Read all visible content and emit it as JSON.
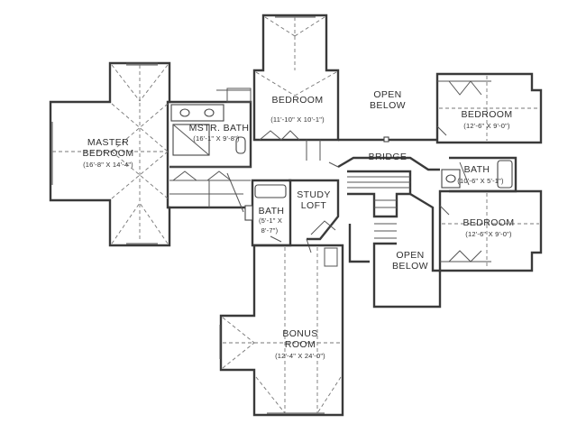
{
  "rooms": {
    "master": {
      "name_1": "MASTER",
      "name_2": "BEDROOM",
      "dims": "(16'-8\" X 14'-4\")"
    },
    "mstr_bath": {
      "name": "MSTR. BATH",
      "dims": "(16'-1\" X 9'-8\")"
    },
    "bedroom_top": {
      "name": "BEDROOM",
      "dims": "(11'-10\" X 10'-1\")"
    },
    "open_below_top": {
      "line_1": "OPEN",
      "line_2": "BELOW"
    },
    "bedroom_right_top": {
      "name": "BEDROOM",
      "dims": "(12'-6\" X 9'-0\")"
    },
    "bridge": {
      "name": "BRIDGE"
    },
    "bath_right": {
      "name": "BATH",
      "dims": "(10'-6\" X 5'-1\")"
    },
    "study_loft": {
      "line_1": "STUDY",
      "line_2": "LOFT"
    },
    "bath_center": {
      "name": "BATH",
      "dims_1": "(5'-1\" X",
      "dims_2": "8'-7\")"
    },
    "bedroom_right_bottom": {
      "name": "BEDROOM",
      "dims": "(12'-6\" X 9'-0\")"
    },
    "open_below_bottom": {
      "line_1": "OPEN",
      "line_2": "BELOW"
    },
    "bonus": {
      "name_1": "BONUS",
      "name_2": "ROOM",
      "dims": "(12'-4\" X 24'-0\")"
    }
  }
}
